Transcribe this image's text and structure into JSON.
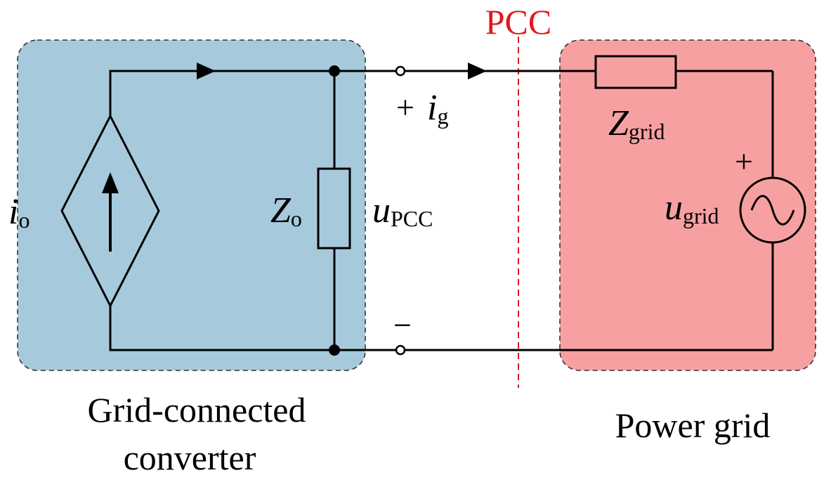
{
  "pcc_label": "PCC",
  "converter": {
    "caption_line1": "Grid-connected",
    "caption_line2": "converter",
    "source_current": {
      "symbol": "i",
      "subscript": "o"
    },
    "impedance": {
      "symbol": "Z",
      "subscript": "o"
    }
  },
  "grid": {
    "caption": "Power grid",
    "impedance": {
      "symbol": "Z",
      "subscript": "grid"
    },
    "voltage": {
      "symbol": "u",
      "subscript": "grid"
    },
    "plus": "+"
  },
  "interface": {
    "plus": "+",
    "minus": "−",
    "current": {
      "symbol": "i",
      "subscript": "g"
    },
    "voltage": {
      "symbol": "u",
      "subscript": "PCC"
    }
  },
  "colors": {
    "converter_fill": "#a6cadb",
    "grid_fill": "#f7a0a2",
    "pcc_line": "#e0191c",
    "wire": "#000000"
  }
}
